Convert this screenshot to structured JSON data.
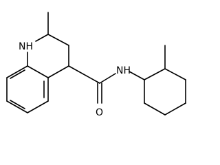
{
  "structure": {
    "labels": {
      "nh_ring": "NH",
      "nh_amide": "NH",
      "oxygen": "O"
    }
  },
  "colors": {
    "background": "#ffffff",
    "bond": "#000000",
    "text": "#000000"
  }
}
